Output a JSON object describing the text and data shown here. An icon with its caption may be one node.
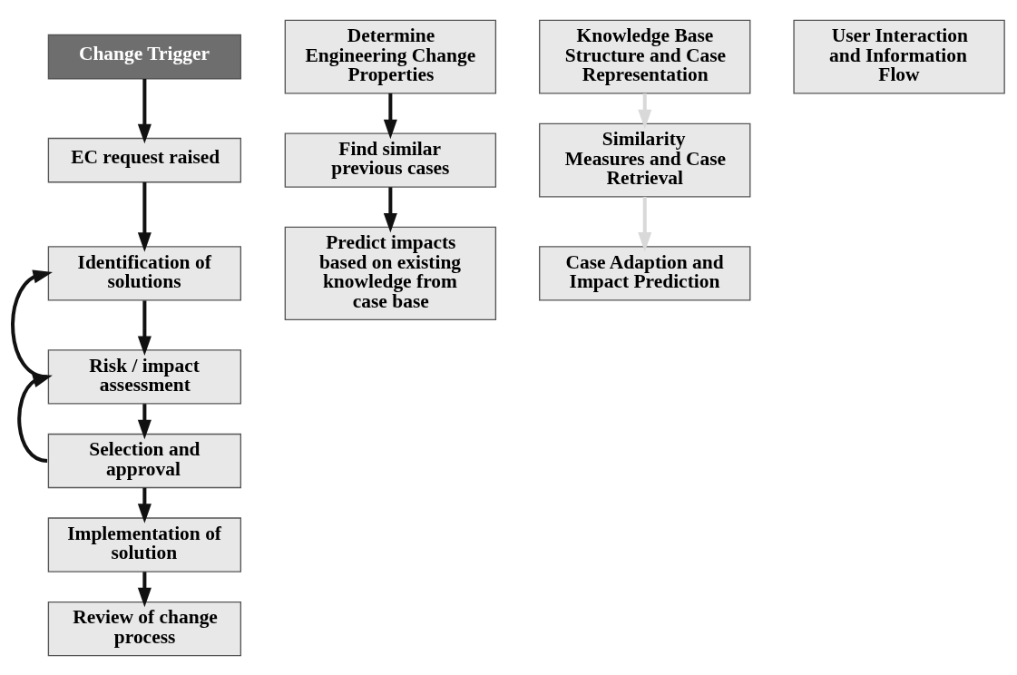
{
  "diagram": {
    "nodes": [
      {
        "text": [
          "Change Trigger"
        ]
      },
      {
        "text": [
          "EC request raised"
        ]
      },
      {
        "text": [
          "Identification of solutions"
        ]
      },
      {
        "text": [
          "Risk / impact assessment"
        ]
      },
      {
        "text": [
          "Selection and approval"
        ]
      },
      {
        "text": [
          "Implementation of solution"
        ]
      },
      {
        "text": [
          "Review of change process"
        ]
      },
      {
        "text": [
          "Determine Engineering Change Properties"
        ]
      },
      {
        "text": [
          "Find similar previous cases"
        ]
      },
      {
        "text": [
          "Predict impacts based on existing knowledge from case base"
        ]
      },
      {
        "text": [
          "Knowledge Base Structure and Case Representation"
        ]
      },
      {
        "text": [
          "Similarity Measures and Case Retrieval"
        ]
      },
      {
        "text": [
          "Case Adaption and Impact Prediction"
        ]
      },
      {
        "text": [
          "User Interaction and Information Flow"
        ]
      }
    ],
    "edges": [
      {
        "from": 0,
        "to": 1,
        "arrow": "to"
      },
      {
        "from": 1,
        "to": 2,
        "arrow": "to"
      },
      {
        "from": 2,
        "to": 3,
        "arrow": "to"
      },
      {
        "from": 3,
        "to": 4,
        "arrow": "to"
      },
      {
        "from": 4,
        "to": 5,
        "arrow": "to"
      },
      {
        "from": 5,
        "to": 6,
        "arrow": "to"
      },
      {
        "from": 3,
        "to": 2,
        "arrow": "to"
      },
      {
        "from": 4,
        "to": 3,
        "arrow": "to"
      },
      {
        "from": 7,
        "to": 8,
        "arrow": "to"
      },
      {
        "from": 8,
        "to": 9,
        "arrow": "to"
      },
      {
        "from": 10,
        "to": 11,
        "arrow": "to",
        "color": "#d9d9d9"
      },
      {
        "from": 11,
        "to": 12,
        "arrow": "to",
        "color": "#d9d9d9"
      }
    ]
  }
}
